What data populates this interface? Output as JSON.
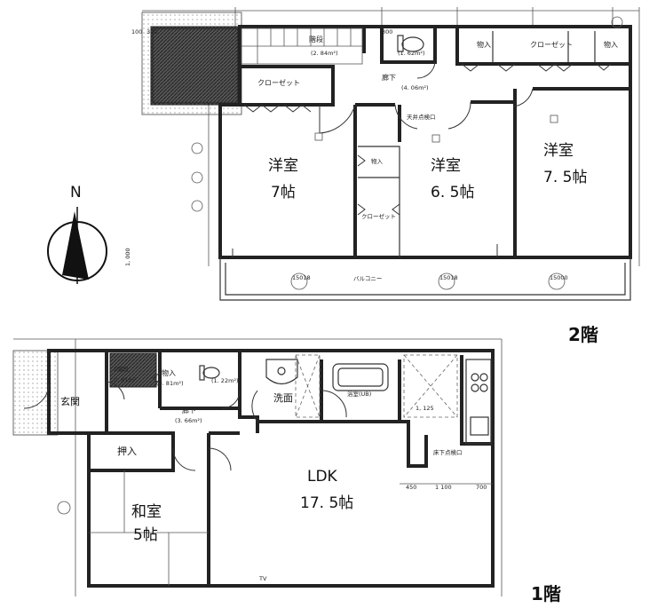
{
  "compass": {
    "label": "N"
  },
  "floor2": {
    "label": "2階",
    "rooms": {
      "west_bedroom": {
        "name": "洋室",
        "size": "7帖"
      },
      "center_bedroom": {
        "name": "洋室",
        "size": "6. 5帖"
      },
      "east_bedroom": {
        "name": "洋室",
        "size": "7. 5帖"
      }
    },
    "stairs": {
      "name": "階段",
      "area": "(2. 84m²)"
    },
    "hallway": {
      "name": "廊下",
      "area": "(4. 06m²)"
    },
    "closet_west": "クローゼット",
    "closet_east": "クローゼット",
    "closet_center": "クローゼット",
    "storage_a": "物入",
    "storage_b": "物入",
    "storage_c": "物入",
    "balcony": "バルコニー",
    "toilet_area": "(1. 62m²)",
    "attic_hatch": "天井点検口",
    "dims": {
      "d100": "100",
      "d300": "300",
      "d1000": "1, 000",
      "d300b": "300"
    }
  },
  "floor1": {
    "label": "1階",
    "rooms": {
      "ldk": {
        "name": "LDK",
        "size": "17. 5帖"
      },
      "japanese": {
        "name": "和室",
        "size": "5帖"
      }
    },
    "entrance": "玄関",
    "washroom": "洗面",
    "bathroom": "浴室(UB)",
    "hallway": {
      "name": "廊下",
      "area": "(3. 66m²)"
    },
    "closet": "押入",
    "storage": {
      "name": "物入",
      "area": "(0. 81m²)"
    },
    "toilet_area": "(1. 22m²)",
    "under_stairs": {
      "name": "2階段",
      "area": "0. 81m²"
    },
    "floor_hatch": "床下点検口",
    "tv": "TV",
    "dims": {
      "d1125": "1, 125",
      "d450": "450",
      "d1100": "1 100",
      "d700": "700"
    }
  }
}
